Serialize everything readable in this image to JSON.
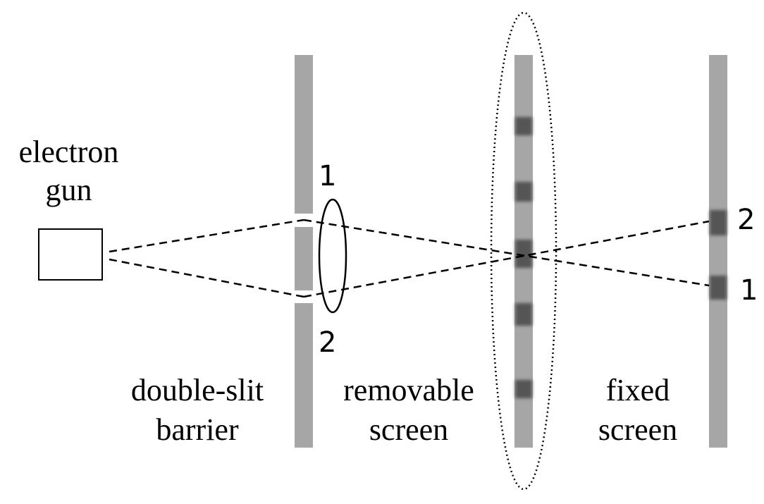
{
  "labels": {
    "electron_gun_line1": "electron",
    "electron_gun_line2": "gun",
    "barrier_line1": "double-slit",
    "barrier_line2": "barrier",
    "removable_line1": "removable",
    "removable_line2": "screen",
    "fixed_line1": "fixed",
    "fixed_line2": "screen"
  },
  "slit_numbers": {
    "slit_1": "1",
    "slit_2": "2"
  },
  "fixed_screen_numbers": {
    "mark_2": "2",
    "mark_1": "1"
  },
  "colors": {
    "barrier_gray": "#a6a6a6",
    "spot_dark": "#555555",
    "line_black": "#000000"
  }
}
